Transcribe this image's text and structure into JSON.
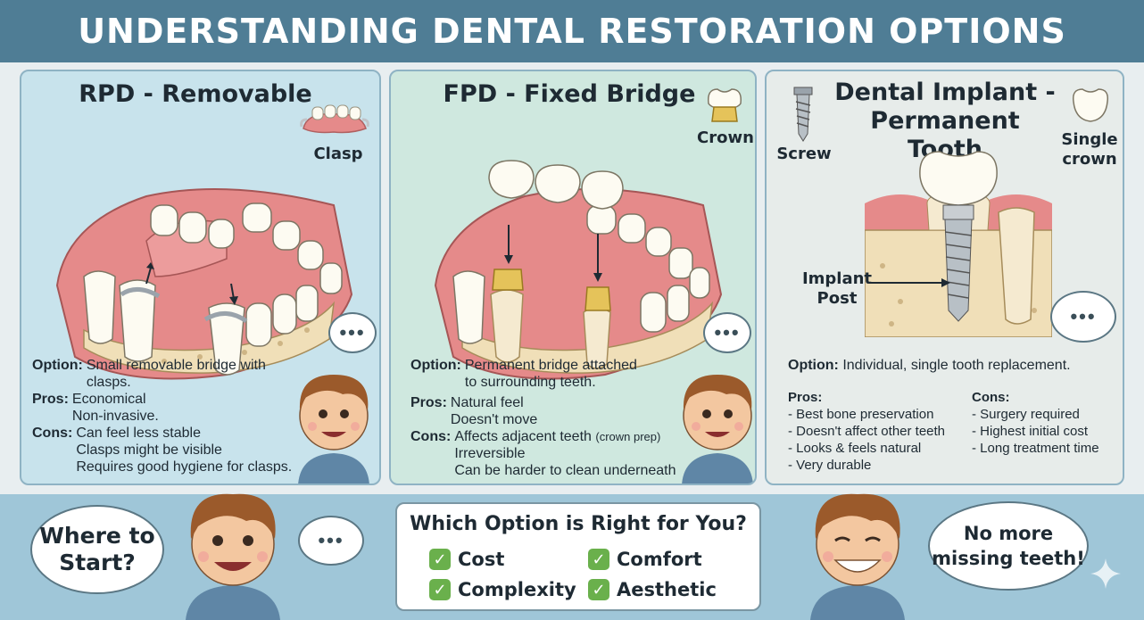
{
  "header": {
    "title": "UNDERSTANDING DENTAL RESTORATION OPTIONS"
  },
  "colors": {
    "header": "#4f7d95",
    "panel_rpd": "#c8e3ec",
    "panel_fpd": "#cfe8df",
    "panel_implant": "#e7ecea",
    "gum": "#e58a8a",
    "gold": "#e5c35a",
    "check": "#6ab04c"
  },
  "rpd": {
    "title": "RPD - Removable",
    "clasp_label": "Clasp",
    "option_key": "Option:",
    "option_lines": [
      "Small removable bridge with",
      "clasps."
    ],
    "pros_key": "Pros:",
    "pros_lines": [
      "Economical",
      "Non-invasive."
    ],
    "cons_key": "Cons:",
    "cons_lines": [
      "Can feel less stable",
      "Clasps might be visible",
      "Requires good hygiene for clasps."
    ],
    "bubble": "•••"
  },
  "fpd": {
    "title": "FPD - Fixed Bridge",
    "crown_label": "Crown",
    "option_key": "Option:",
    "option_lines": [
      "Permanent bridge attached",
      "to surrounding teeth."
    ],
    "pros_key": "Pros:",
    "pros_lines": [
      "Natural feel",
      "Doesn't move"
    ],
    "cons_key": "Cons:",
    "cons_line1": "Affects adjacent teeth",
    "cons_line1_small": "(crown prep)",
    "cons_lines": [
      "Irreversible",
      "Can be harder to clean underneath"
    ],
    "bubble": "•••"
  },
  "implant": {
    "title_line1": "Dental Implant -",
    "title_line2": "Permanent Tooth",
    "screw_label": "Screw",
    "single_crown_line1": "Single",
    "single_crown_line2": "crown",
    "post_line1": "Implant",
    "post_line2": "Post",
    "option_key": "Option:",
    "option_text": "Individual, single tooth replacement.",
    "pros_title": "Pros:",
    "pros": [
      "- Best bone preservation",
      "- Doesn't affect other teeth",
      "- Looks & feels natural",
      "- Very durable"
    ],
    "cons_title": "Cons:",
    "cons": [
      "- Surgery required",
      "- Highest initial cost",
      "- Long treatment time"
    ],
    "bubble": "•••"
  },
  "bottom": {
    "left_bubble_line1": "Where to",
    "left_bubble_line2": "Start?",
    "small_bubble": "•••",
    "question": "Which Option is Right for You?",
    "options": [
      "Cost",
      "Comfort",
      "Complexity",
      "Aesthetic"
    ],
    "check_icon": "✓",
    "right_bubble_line1": "No more",
    "right_bubble_line2": "missing teeth!"
  }
}
